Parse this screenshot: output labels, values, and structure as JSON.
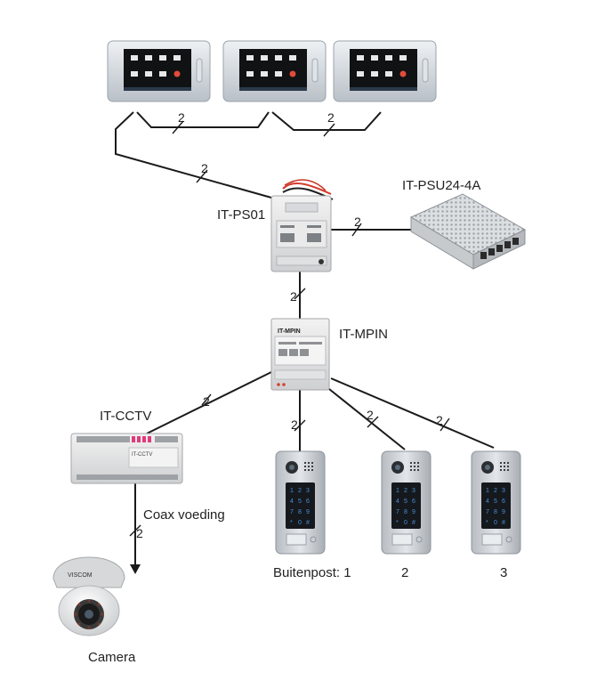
{
  "labels": {
    "power_supply": "IT-PSU24-4A",
    "ps01": "IT-PS01",
    "mpin": "IT-MPIN",
    "cctv": "IT-CCTV",
    "coax": "Coax voeding",
    "camera": "Camera",
    "station1": "Buitenpost: 1",
    "station2": "2",
    "station3": "3"
  },
  "wire_counts": {
    "monitors_1_2": "2",
    "monitors_2_3": "2",
    "monitors_to_ps01": "2",
    "psu_to_ps01": "2",
    "ps01_to_mpin": "2",
    "mpin_to_cctv": "2",
    "mpin_to_station1": "2",
    "mpin_to_station2": "2",
    "mpin_to_station3": "2",
    "cctv_to_camera": "2"
  },
  "device_text": {
    "mpin_brand": "IT-MPIN",
    "cctv_brand": "IT-CCTV",
    "camera_brand": "VISCOM",
    "keypad": [
      "1",
      "2",
      "3",
      "4",
      "5",
      "6",
      "7",
      "8",
      "9",
      "*",
      "0",
      "#"
    ]
  },
  "colors": {
    "wire": "#1a1a1a",
    "device_grey": "#d9dadc",
    "panel_steel": "#c8cdd2",
    "keypad_blue": "#4a8fd8"
  }
}
